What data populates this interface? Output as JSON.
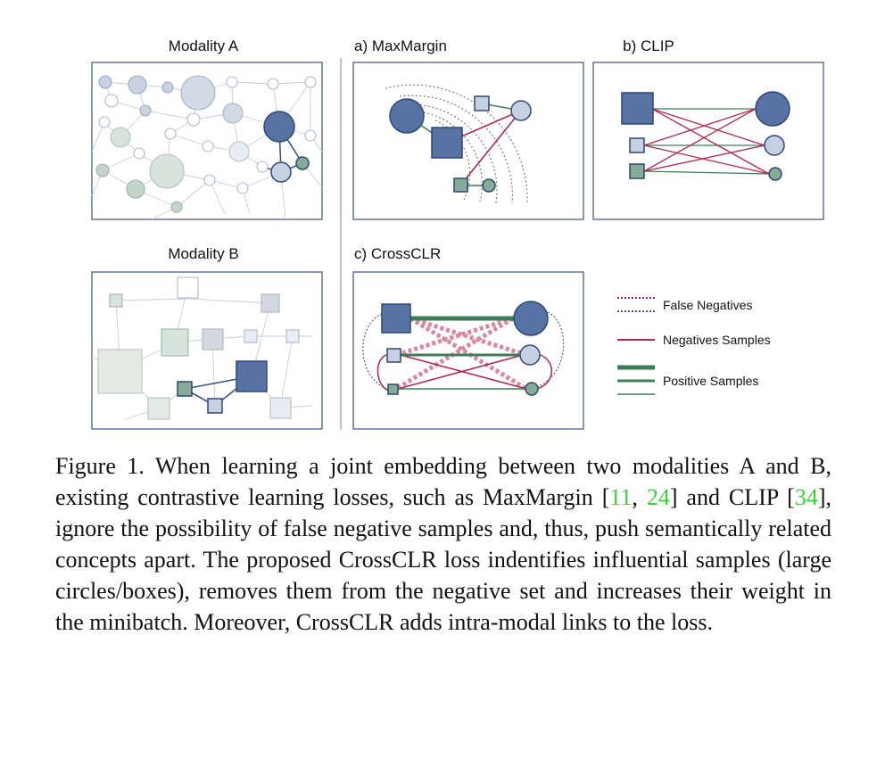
{
  "panels": {
    "modality_a": "Modality A",
    "modality_b": "Modality B",
    "maxmargin": "a) MaxMargin",
    "clip": "b) CLIP",
    "crossclr": "c) CrossCLR"
  },
  "legend": {
    "false_negatives": "False Negatives",
    "negative_samples": "Negatives Samples",
    "positive_samples": "Positive Samples"
  },
  "colors": {
    "dark_blue": "#5673a3",
    "light_blue": "#c6d0e3",
    "green": "#86ac98",
    "negative_red": "#b0284e",
    "positive_green": "#3d7d57",
    "false_neg_pink": "#d8899f",
    "citation_green": "#3bd13b"
  },
  "caption": {
    "t1": "Figure 1. When learning a joint embedding between two modalities A and B, existing contrastive learning losses, such as MaxMargin [",
    "c1": "11",
    "t2": ", ",
    "c2": "24",
    "t3": "] and CLIP [",
    "c3": "34",
    "t4": "], ignore the possibility of false negative samples and, thus, push semantically related concepts apart. The proposed CrossCLR loss indentifies influential samples (large circles/boxes), removes them from the negative set and increases their weight in the minibatch. Moreover, CrossCLR adds intra-modal links to the loss."
  }
}
